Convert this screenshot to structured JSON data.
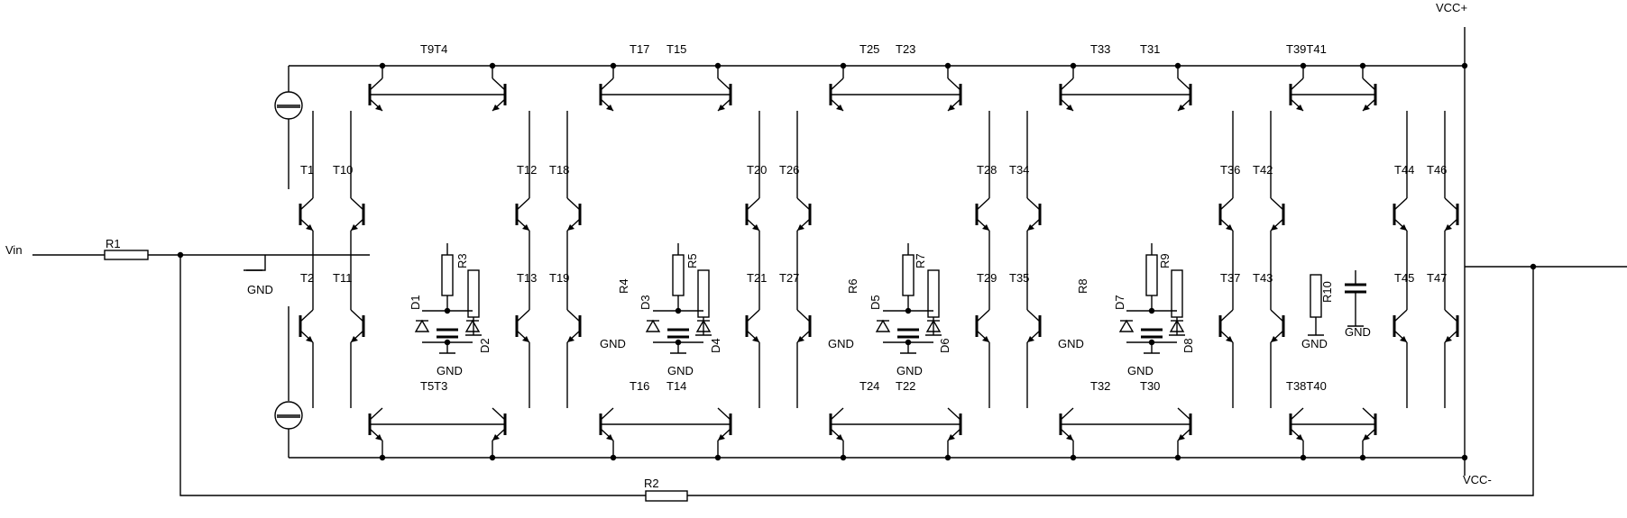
{
  "nets": {
    "vcc_plus": "VCC+",
    "vcc_minus": "VCC-",
    "vin": "Vin",
    "gnd": "GND"
  },
  "resistors": {
    "r1": "R1",
    "r2": "R2",
    "r3": "R3",
    "r4": "R4",
    "r5": "R5",
    "r6": "R6",
    "r7": "R7",
    "r8": "R8",
    "r9": "R9",
    "r10": "R10"
  },
  "diodes": {
    "d1": "D1",
    "d2": "D2",
    "d3": "D3",
    "d4": "D4",
    "d5": "D5",
    "d6": "D6",
    "d7": "D7",
    "d8": "D8"
  },
  "transistor_labels": {
    "top": [
      "T9T4",
      "T17",
      "T15",
      "T25",
      "T23",
      "T33",
      "T31",
      "T39T41"
    ],
    "upper_pair": [
      "T1",
      "T10",
      "T12",
      "T18",
      "T20",
      "T26",
      "T28",
      "T34",
      "T36",
      "T42",
      "T44",
      "T46"
    ],
    "lower_pair": [
      "T2",
      "T11",
      "T13",
      "T19",
      "T21",
      "T27",
      "T29",
      "T35",
      "T37",
      "T43",
      "T45",
      "T47"
    ],
    "bottom": [
      "T5T3",
      "T16",
      "T14",
      "T24",
      "T22",
      "T32",
      "T30",
      "T38T40"
    ]
  }
}
